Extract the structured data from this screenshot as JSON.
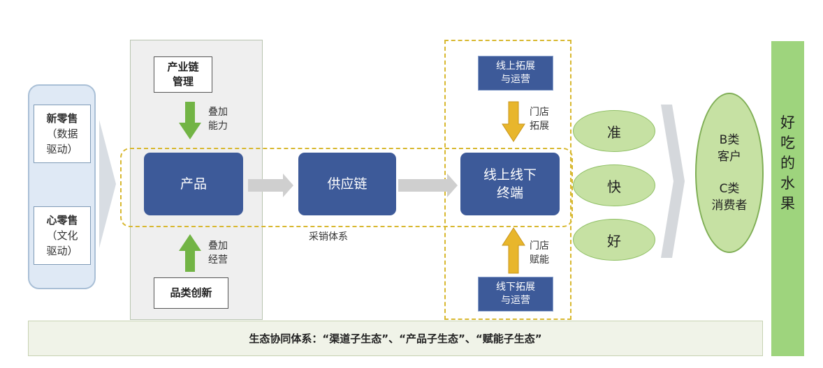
{
  "left": {
    "card1": {
      "title": "新零售",
      "line2": "（数据",
      "line3": "驱动）"
    },
    "card2": {
      "title": "心零售",
      "line2": "（文化",
      "line3": "驱动）"
    }
  },
  "column": {
    "top_box": {
      "line1": "产业链",
      "line2": "管理"
    },
    "top_arrow_label": {
      "line1": "叠加",
      "line2": "能力"
    },
    "bottom_arrow_label": {
      "line1": "叠加",
      "line2": "经营"
    },
    "bottom_box": "品类创新"
  },
  "main": {
    "node1": "产品",
    "node2": "供应链",
    "node3": {
      "line1": "线上线下",
      "line2": "终端"
    },
    "system_label": "采销体系"
  },
  "right_col": {
    "top_box": {
      "line1": "线上拓展",
      "line2": "与运营"
    },
    "top_arrow_label": {
      "line1": "门店",
      "line2": "拓展"
    },
    "bottom_arrow_label": {
      "line1": "门店",
      "line2": "赋能"
    },
    "bottom_box": {
      "line1": "线下拓展",
      "line2": "与运营"
    }
  },
  "qualities": [
    "准",
    "快",
    "好"
  ],
  "customers": {
    "line1": "B类",
    "line2": "客户",
    "line3": "C类",
    "line4": "消费者"
  },
  "result": [
    "好",
    "吃",
    "的",
    "水",
    "果"
  ],
  "bottom": "生态协同体系：“渠道子生态”、“产品子生态”、“赋能子生态”",
  "colors": {
    "node_blue": "#3d5a99",
    "dashed_yellow": "#d8b830",
    "green_arrow": "#72b445",
    "yellow_arrow": "#e8b62c",
    "ellipse_green": "#c6e1a3",
    "result_green": "#9ed47d"
  }
}
